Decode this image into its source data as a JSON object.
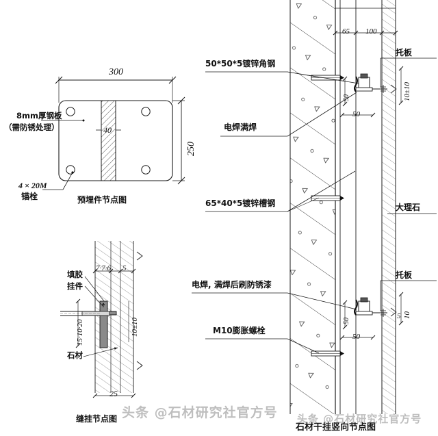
{
  "drawing": {
    "type": "architectural-cad-detail",
    "background": "#ffffff",
    "line_color": "#1a1a1a"
  },
  "embedded_plate_detail": {
    "title": "预埋件节点图",
    "dim_width": "300",
    "dim_height": "250",
    "dim_center": "40",
    "label_plate_line1": "8mm厚钢板",
    "label_plate_line2": "（需防锈处理）",
    "label_anchor_line1": "4 × 20M",
    "label_anchor_line2": "锚栓"
  },
  "seam_detail": {
    "title": "缝挂节点图",
    "label_glue": "填胶",
    "label_hanger": "挂件",
    "label_stone": "石材",
    "dim_top": "7·7·6",
    "dim_top_right": "5",
    "dim_left_vert": "15·10·20",
    "dim_right_vert": "10±10",
    "dim_bottom": "25"
  },
  "section_detail": {
    "title": "石材干挂竖向节点图",
    "label_angle_steel": "50*50*5镀锌角钢",
    "label_weld_full": "电焊满焊",
    "label_channel_steel": "65*40*5镀锌槽钢",
    "label_weld_paint": "电焊, 满焊后刷防锈漆",
    "label_expansion_bolt": "M10膨胀螺栓",
    "label_bracket_top": "托板",
    "label_bracket_bottom": "托板",
    "label_marble": "大理石",
    "dim_65": "65",
    "dim_100": "100",
    "dim_vert_50_top": "50",
    "dim_horiz_50_top": "50",
    "dim_vert_50_bottom": "50",
    "dim_horiz_50_bottom": "50",
    "dim_bracket_top_vert": "10±10",
    "dim_bracket_bottom_vert": "10",
    "dim_bracket_bottom_5": "5"
  },
  "watermark": {
    "text": "头条 @石材研究社官方号"
  }
}
